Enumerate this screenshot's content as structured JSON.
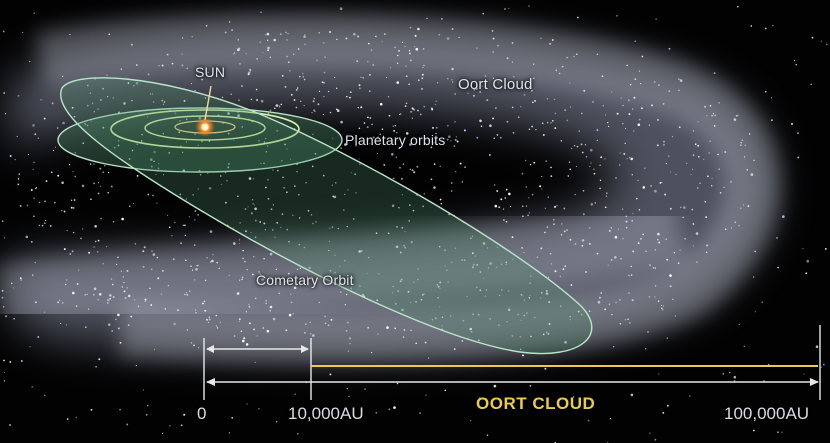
{
  "labels": {
    "sun": "SUN",
    "oort_cloud": "Oort Cloud",
    "planetary_orbits": "Planetary orbits",
    "cometary_orbit": "Cometary Orbit"
  },
  "scale": {
    "start": "0",
    "inner": "10,000AU",
    "outer": "100,000AU",
    "oort_label": "OORT CLOUD"
  },
  "colors": {
    "background": "#020203",
    "orbit_line": "#b9e4c8",
    "orbit_fill": "#4f8f6c",
    "oort_highlight": "#e9cc4a",
    "sun": "#ff9a3a"
  }
}
